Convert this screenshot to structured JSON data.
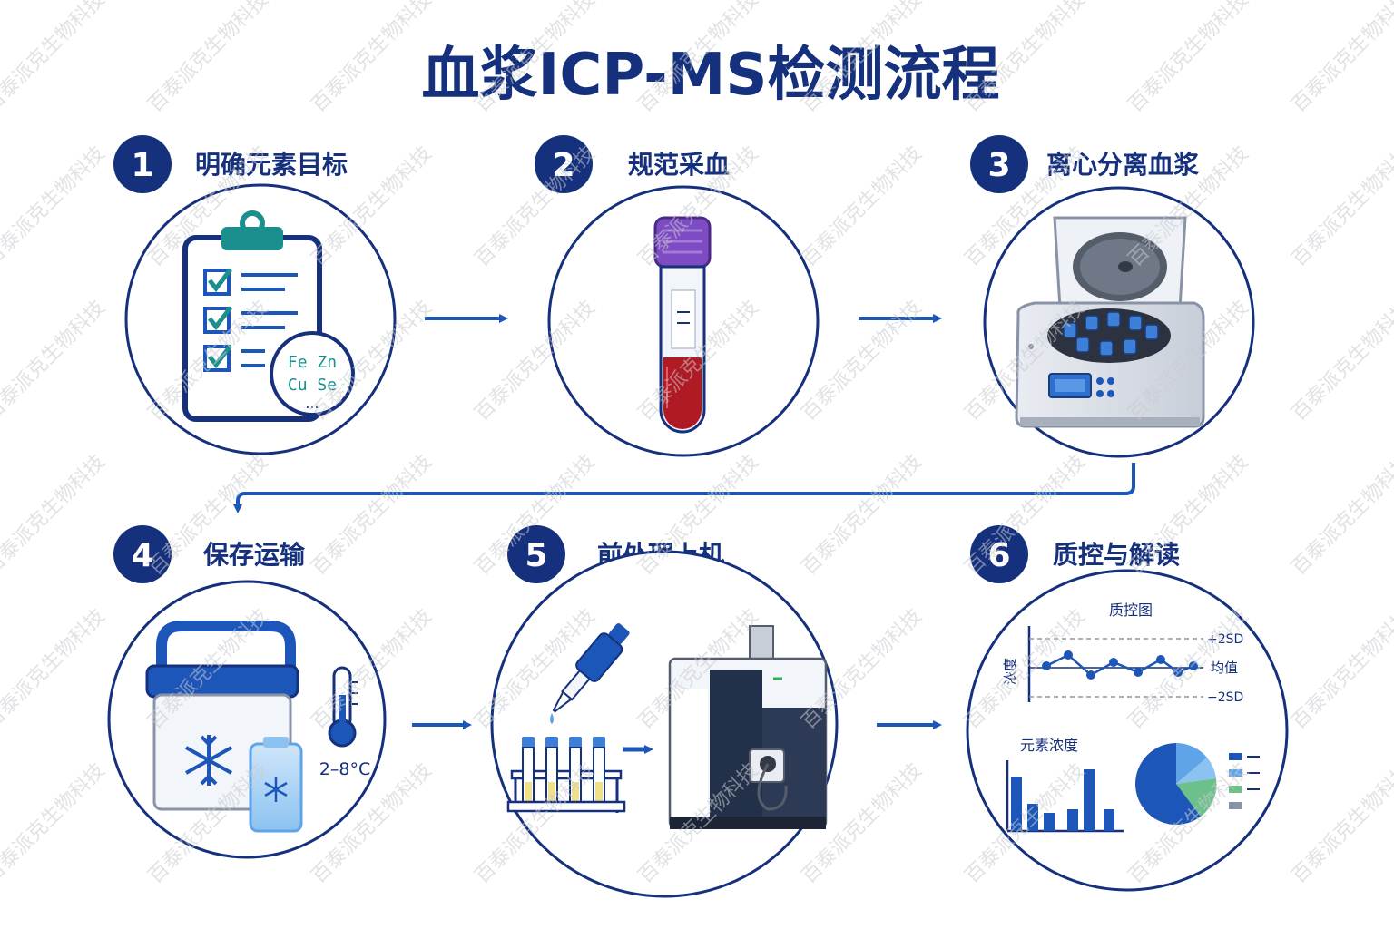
{
  "title": "血浆ICP-MS检测流程",
  "watermark": "百泰派克生物科技",
  "colors": {
    "navy": "#15307c",
    "blue": "#1c56b8",
    "teal": "#1b8e8e",
    "purple": "#7d4bc2",
    "blood": "#b01a24",
    "light_blue": "#5fa4e8"
  },
  "steps": [
    {
      "number": "1",
      "label": "明确元素目标",
      "icon": "clipboard-checklist-icon",
      "elements": {
        "line1": "Fe  Zn",
        "line2": "Cu  Se",
        "line3": "..."
      }
    },
    {
      "number": "2",
      "label": "规范采血",
      "icon": "blood-tube-icon"
    },
    {
      "number": "3",
      "label": "离心分离血浆",
      "icon": "centrifuge-icon"
    },
    {
      "number": "4",
      "label": "保存运输",
      "icon": "cooler-box-icon",
      "temperature": "2–8°C"
    },
    {
      "number": "5",
      "label": "前处理上机",
      "icon": "pipette-instrument-icon"
    },
    {
      "number": "6",
      "label": "质控与解读",
      "icon": "qc-chart-icon",
      "qc_chart": {
        "title": "质控图",
        "ylabel": "浓度",
        "upper": "+2SD",
        "mean": "均值",
        "lower": "−2SD"
      },
      "element_chart": {
        "title": "元素浓度"
      }
    }
  ]
}
